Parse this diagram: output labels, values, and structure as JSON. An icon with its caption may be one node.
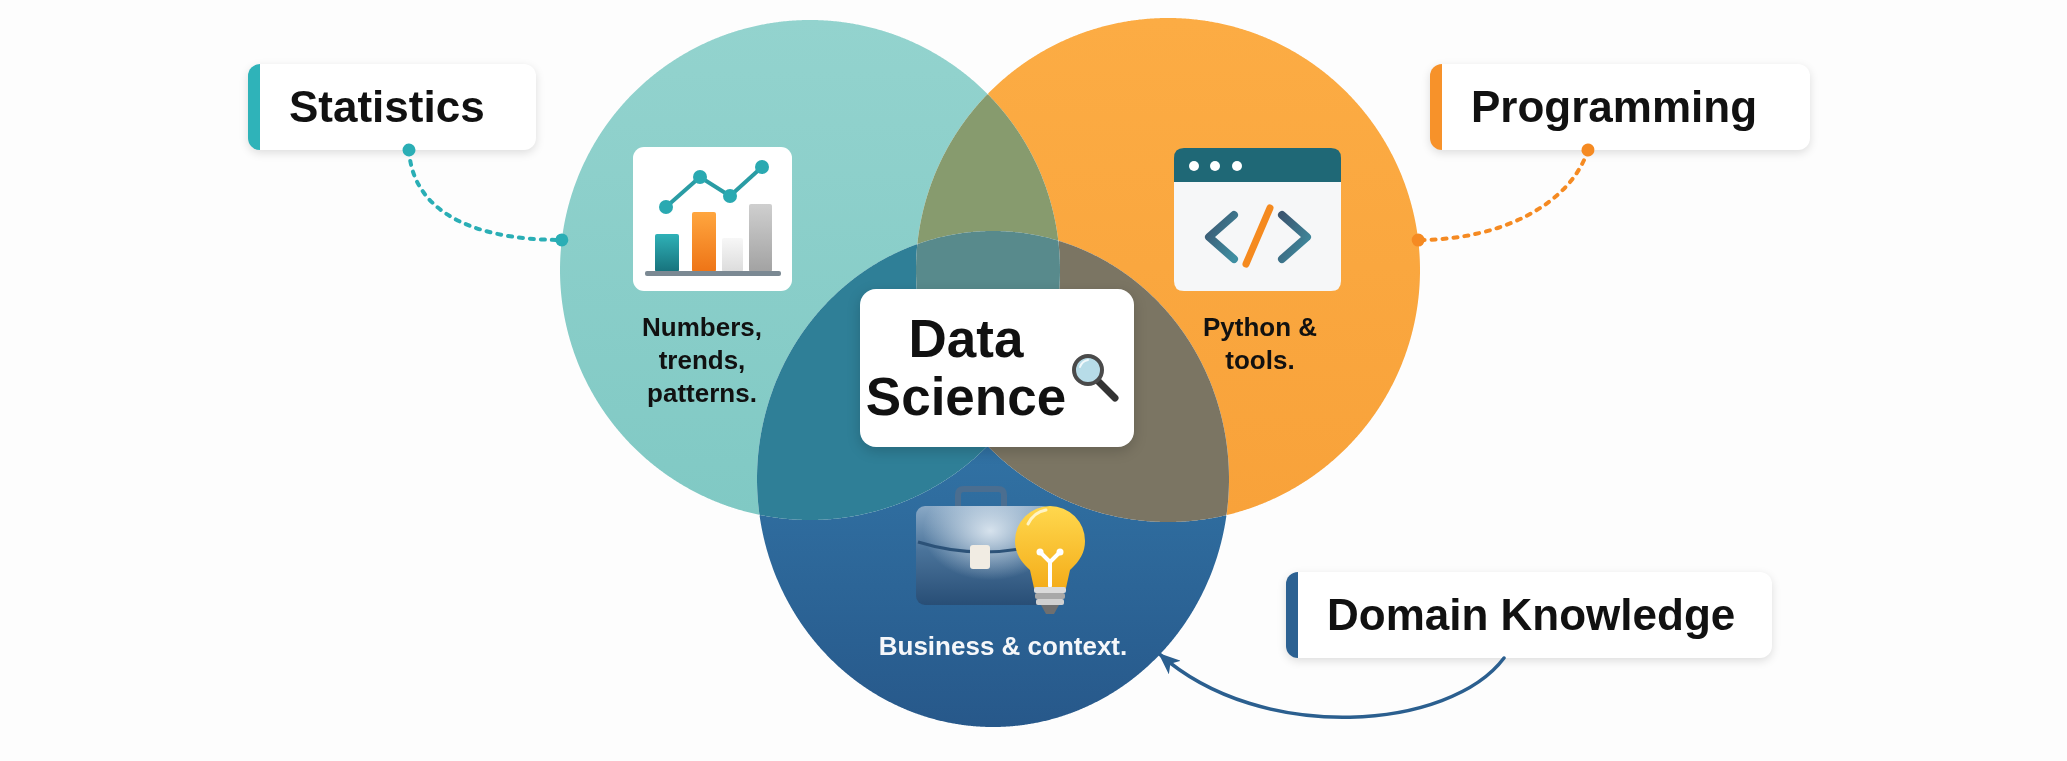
{
  "diagram": {
    "nodes": [
      {
        "text": [
          "Statistics"
        ]
      },
      {
        "text": [
          "Numbers, trends, patterns."
        ]
      },
      {
        "text": [
          "Python & tools."
        ]
      },
      {
        "text": [
          "Programming"
        ]
      },
      {
        "text": [
          "Data Science"
        ]
      },
      {
        "text": [
          "Business & context."
        ]
      },
      {
        "text": [
          "Domain Knowledge"
        ]
      }
    ],
    "edges": [
      {
        "from": 0,
        "to": 1,
        "arrow": "other",
        "style": "dashed",
        "color": "#2aaeb5"
      },
      {
        "from": 3,
        "to": 2,
        "arrow": "other",
        "style": "dashed",
        "color": "#f58a22"
      },
      {
        "from": 6,
        "to": 5,
        "arrow": "to",
        "color": "#2b5f8f"
      }
    ]
  }
}
